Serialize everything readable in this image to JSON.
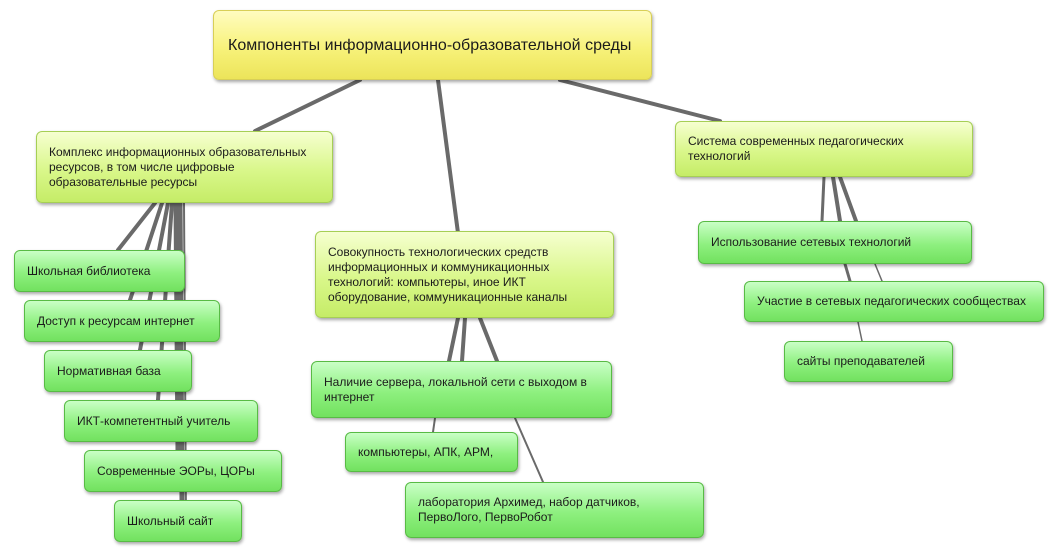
{
  "root": {
    "label": "Компоненты информационно-образовательной среды"
  },
  "branches": {
    "resources": {
      "label": "Комплекс информационных образовательных ресурсов, в том числе цифровые образовательные ресурсы",
      "children": [
        "Школьная библиотека",
        "Доступ к ресурсам интернет",
        "Нормативная база",
        "ИКТ-компетентный учитель",
        "Современные ЭОРы, ЦОРы",
        "Школьный сайт"
      ]
    },
    "technology": {
      "label": "Совокупность технологических средств информационных и коммуникационных технологий: компьютеры, иное ИКТ оборудование, коммуникационные каналы",
      "children": [
        "Наличие сервера, локальной сети с выходом в интернет",
        "компьютеры, АПК, АРМ,",
        "лаборатория Архимед, набор датчиков, ПервоЛого, ПервоРобот"
      ]
    },
    "pedagogy": {
      "label": "Система современных педагогических технологий",
      "children": [
        "Использование сетевых технологий",
        "Участие в сетевых педагогических сообществах",
        "сайты преподавателей"
      ]
    }
  },
  "colors": {
    "root": "#f7f27a",
    "branch": "#d9f78a",
    "leaf": "#8ef07f",
    "link": "#666666"
  }
}
